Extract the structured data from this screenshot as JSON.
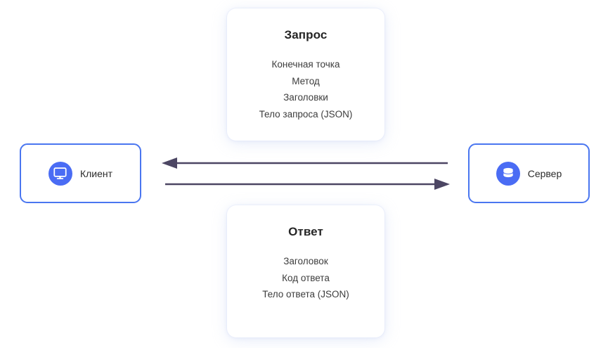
{
  "diagram": {
    "title_hidden": "",
    "accent_color": "#4a6cf4",
    "border_color": "#4a76f0",
    "arrow_color": "#4c4663",
    "background": "#ffffff"
  },
  "nodes": {
    "client": {
      "label": "Клиент",
      "icon": "monitor-icon"
    },
    "server": {
      "label": "Сервер",
      "icon": "database-icon"
    }
  },
  "cards": {
    "request": {
      "title": "Запрос",
      "lines": [
        "Конечная точка",
        "Метод",
        "Заголовки",
        "Тело запроса (JSON)"
      ]
    },
    "response": {
      "title": "Ответ",
      "lines": [
        "Заголовок",
        "Код ответа",
        "Тело ответа (JSON)"
      ]
    }
  },
  "arrows": [
    {
      "name": "server-to-client-arrow",
      "direction": "left"
    },
    {
      "name": "client-to-server-arrow",
      "direction": "right"
    }
  ]
}
